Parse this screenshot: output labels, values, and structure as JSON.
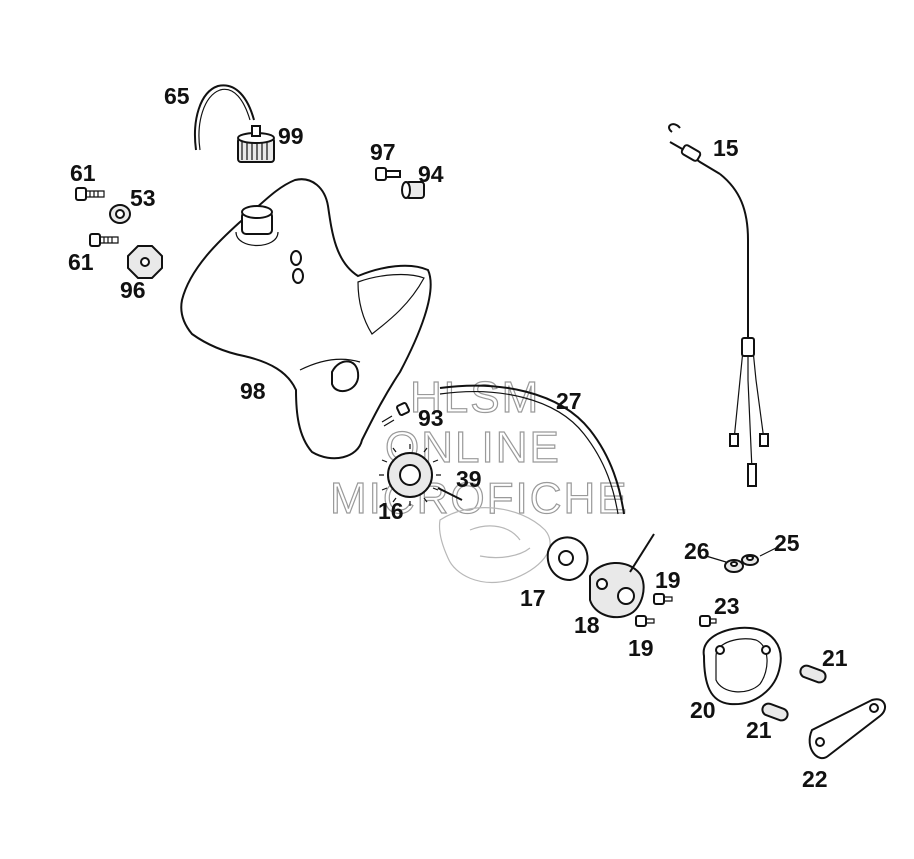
{
  "callouts": {
    "p65": "65",
    "p99": "99",
    "p97": "97",
    "p94": "94",
    "p15": "15",
    "p61a": "61",
    "p53": "53",
    "p61b": "61",
    "p96": "96",
    "p98": "98",
    "p27": "27",
    "p93": "93",
    "p39": "39",
    "p16": "16",
    "p26": "26",
    "p25": "25",
    "p19a": "19",
    "p17": "17",
    "p18": "18",
    "p23": "23",
    "p19b": "19",
    "p21a": "21",
    "p20": "20",
    "p21b": "21",
    "p22": "22"
  },
  "watermark": {
    "line1": "HLSM",
    "line2": "ONLINE",
    "line3": "MICROFICHE"
  }
}
